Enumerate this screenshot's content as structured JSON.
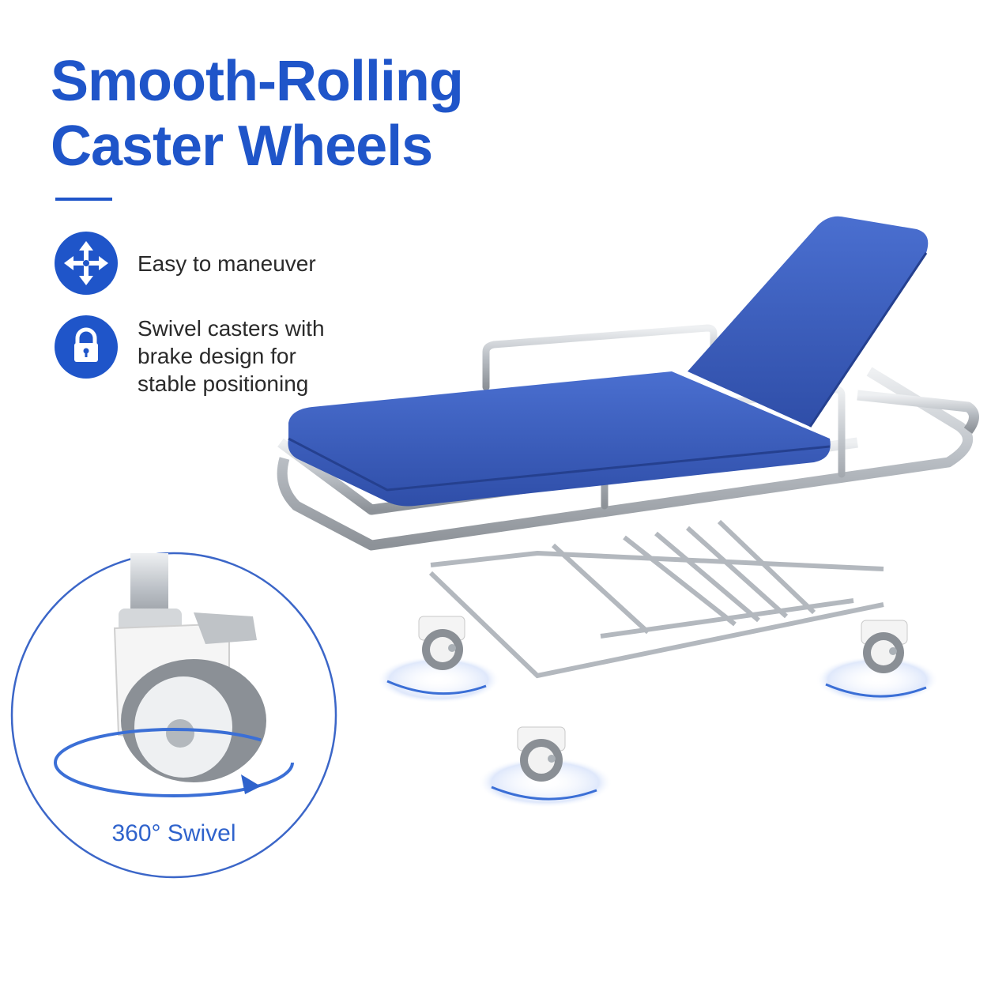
{
  "headline": {
    "line1": "Smooth-Rolling",
    "line2": "Caster Wheels"
  },
  "features": [
    {
      "icon": "move-arrows-icon",
      "text": "Easy to maneuver"
    },
    {
      "icon": "lock-icon",
      "text": "Swivel casters with\nbrake design for\nstable positioning"
    }
  ],
  "zoom_callout": {
    "label": "360° Swivel"
  },
  "colors": {
    "brand_blue": "#1f55c9",
    "mattress_blue": "#3757b5",
    "steel": "#c4c8cc"
  }
}
